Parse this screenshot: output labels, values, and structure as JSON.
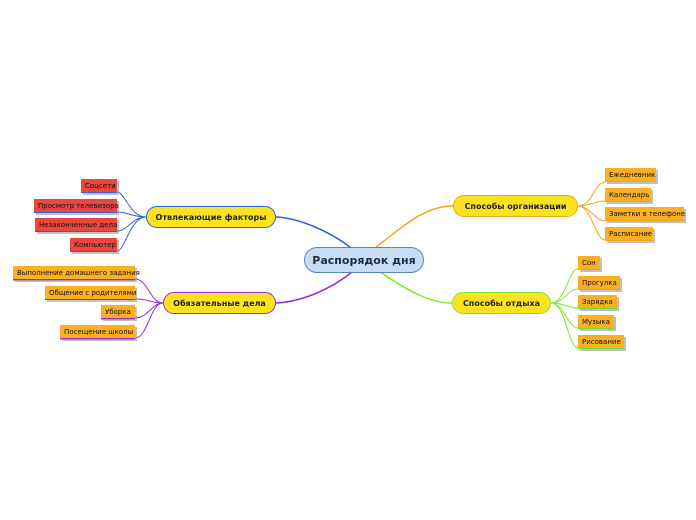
{
  "center": {
    "label": "Распорядок дня"
  },
  "branches": {
    "distractions": {
      "label": "Отвлекающие факторы",
      "color": "#2a62d8",
      "items": [
        "Соцсети",
        "Просмотр телевизора",
        "Незаконченные дела",
        "Компьютер"
      ]
    },
    "duties": {
      "label": "Обязательные дела",
      "color": "#9a2bd4",
      "items": [
        "Выполнение домашнего задания",
        "Общение с родителями",
        "Уборка",
        "Посещение школы"
      ]
    },
    "organization": {
      "label": "Способы организации",
      "color": "#f6a21a",
      "items": [
        "Ежедневник",
        "Календарь",
        "Заметки в телефоне",
        "Расписание"
      ]
    },
    "rest": {
      "label": "Способы отдыха",
      "color": "#7ee82a",
      "items": [
        "Сон",
        "Прогулка",
        "Зарядка",
        "Музыка",
        "Рисование"
      ]
    }
  }
}
